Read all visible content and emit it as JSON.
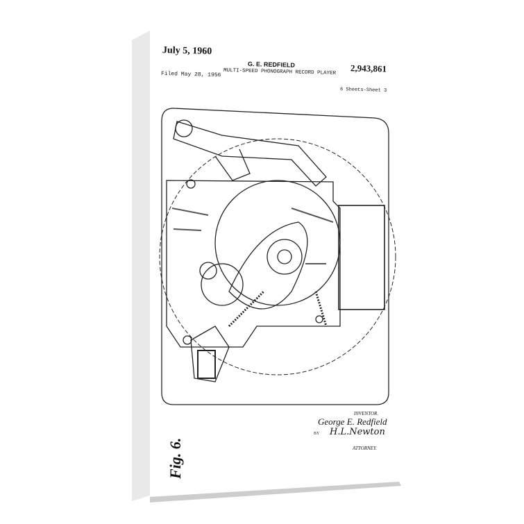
{
  "patent": {
    "date": "July 5, 1960",
    "inventor_header": "G. E. REDFIELD",
    "patent_number": "2,943,861",
    "title": "MULTI-SPEED PHONOGRAPH RECORD PLAYER",
    "filed": "Filed May 28, 1956",
    "sheets": "6 Sheets-Sheet 3",
    "figure_label": "Fig. 6.",
    "inventor_label": "INVENTOR.",
    "inventor_name": "George E. Redfield",
    "by_label": "BY",
    "attorney_signature": "H.L.Newton",
    "attorney_label": "ATTORNEY."
  }
}
